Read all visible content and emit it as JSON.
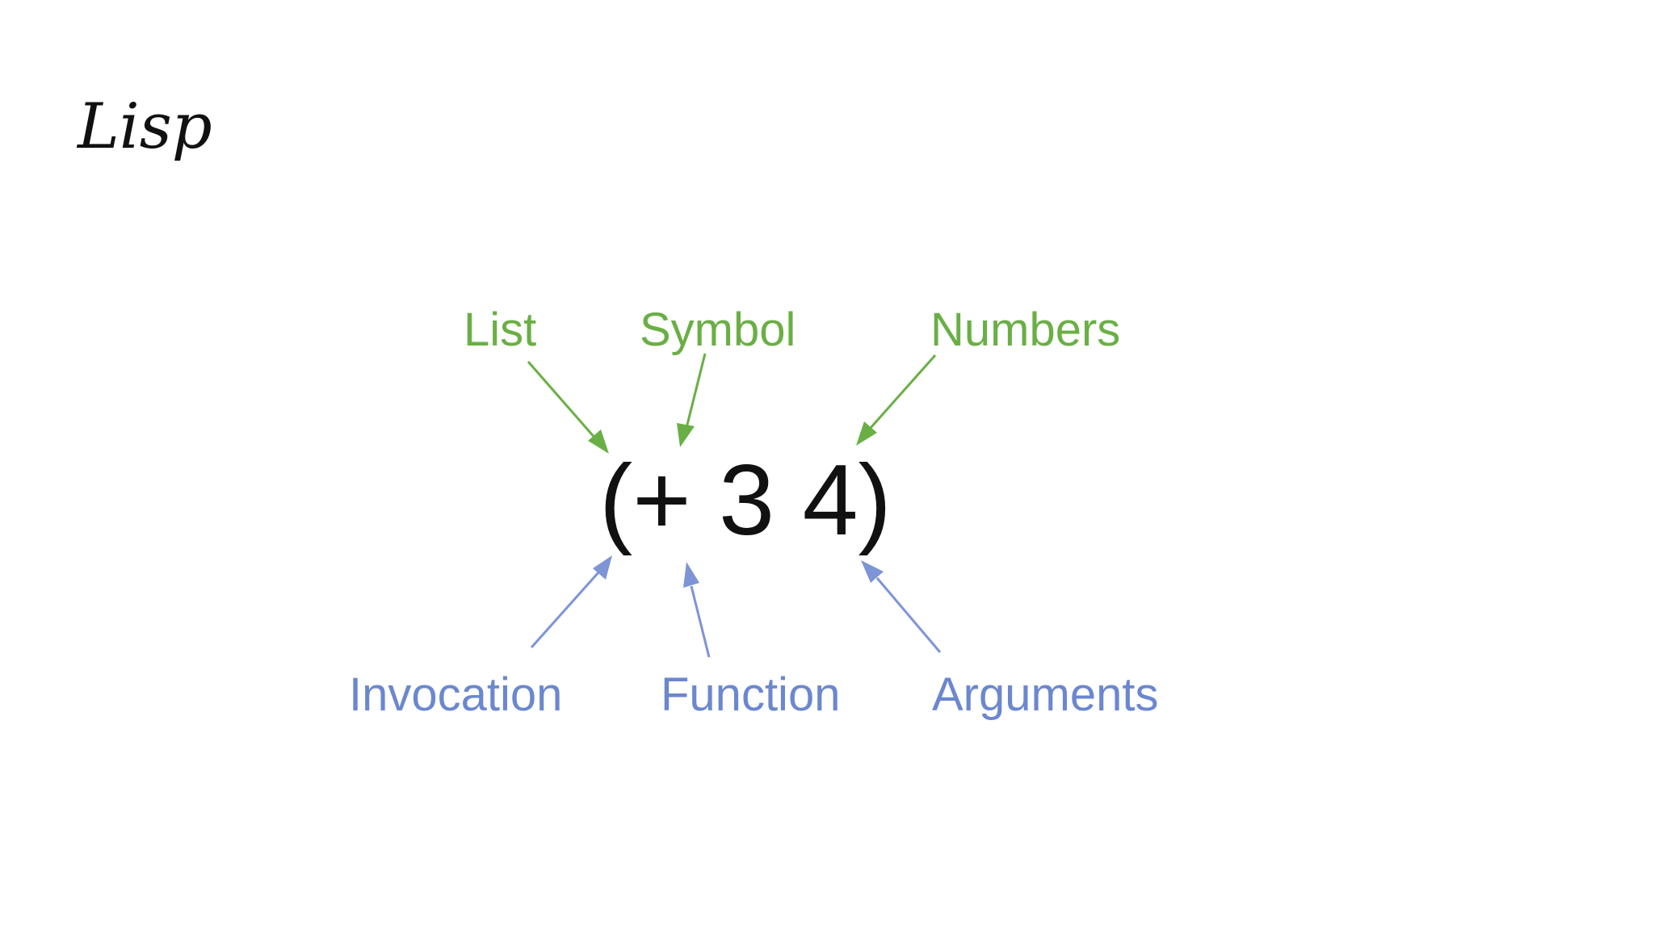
{
  "title": "Lisp",
  "diagram": {
    "expression": "(+ 3 4)",
    "top_labels": [
      "List",
      "Symbol",
      "Numbers"
    ],
    "bottom_labels": [
      "Invocation",
      "Function",
      "Arguments"
    ],
    "colors": {
      "top": "#6aaf45",
      "bottom": "#6b87cf",
      "expression": "#111111"
    }
  }
}
